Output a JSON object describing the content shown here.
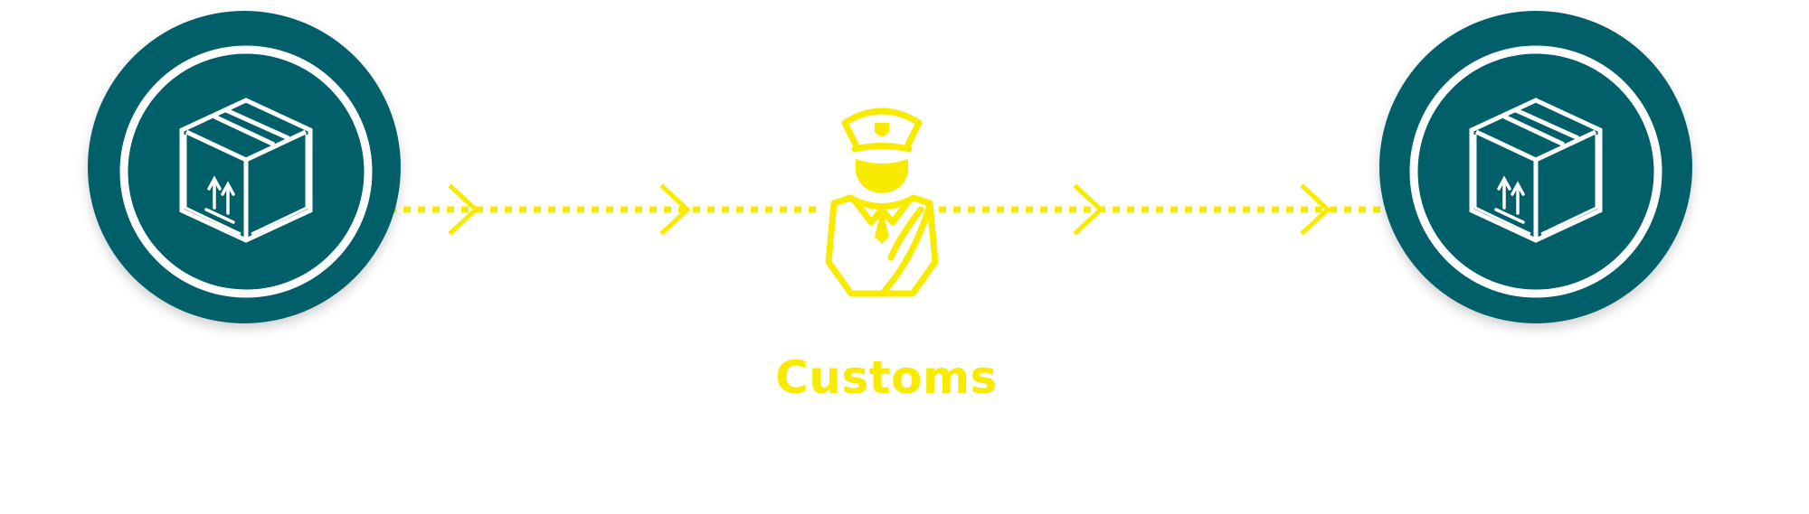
{
  "diagram": {
    "nodes": [
      {
        "id": "origin-package",
        "icon": "package-box-icon",
        "kind": "endpoint"
      },
      {
        "id": "customs-officer",
        "icon": "customs-officer-icon",
        "kind": "checkpoint"
      },
      {
        "id": "destination-package",
        "icon": "package-box-icon",
        "kind": "endpoint"
      }
    ],
    "flow": {
      "style": "dotted-arrow",
      "direction": "left-to-right"
    },
    "customs_label": "Customs"
  },
  "colors": {
    "circle_fill": "#035e69",
    "icon_stroke": "#ffffff",
    "accent_yellow": "#f8eb00",
    "background": "#ffffff"
  }
}
